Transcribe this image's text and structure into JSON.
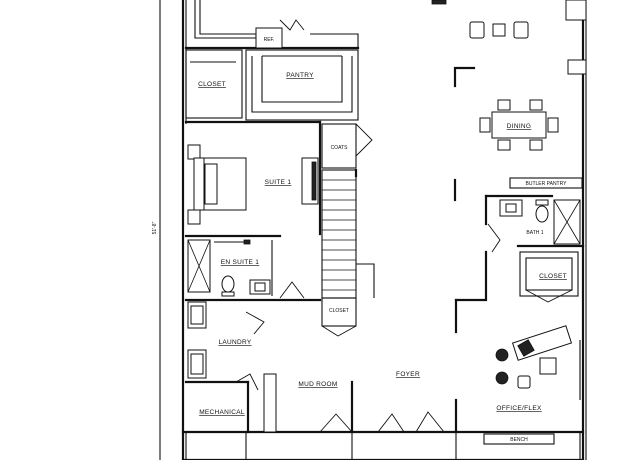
{
  "plan": {
    "overall_dimension": "51'-8\"",
    "rooms": {
      "ref": "REF.",
      "pantry": "PANTRY",
      "closet_upper": "CLOSET",
      "coats": "COATS",
      "dining": "DINING",
      "suite": "SUITE 1",
      "butler_pantry": "BUTLER PANTRY",
      "bath": "BATH 1",
      "en_suite": "EN SUITE 1",
      "closet_right": "CLOSET",
      "closet_stair": "CLOSET",
      "laundry": "LAUNDRY",
      "mud_room": "MUD ROOM",
      "foyer": "FOYER",
      "mechanical": "MECHANICAL",
      "office": "OFFICE/FLEX",
      "bench": "BENCH"
    }
  }
}
